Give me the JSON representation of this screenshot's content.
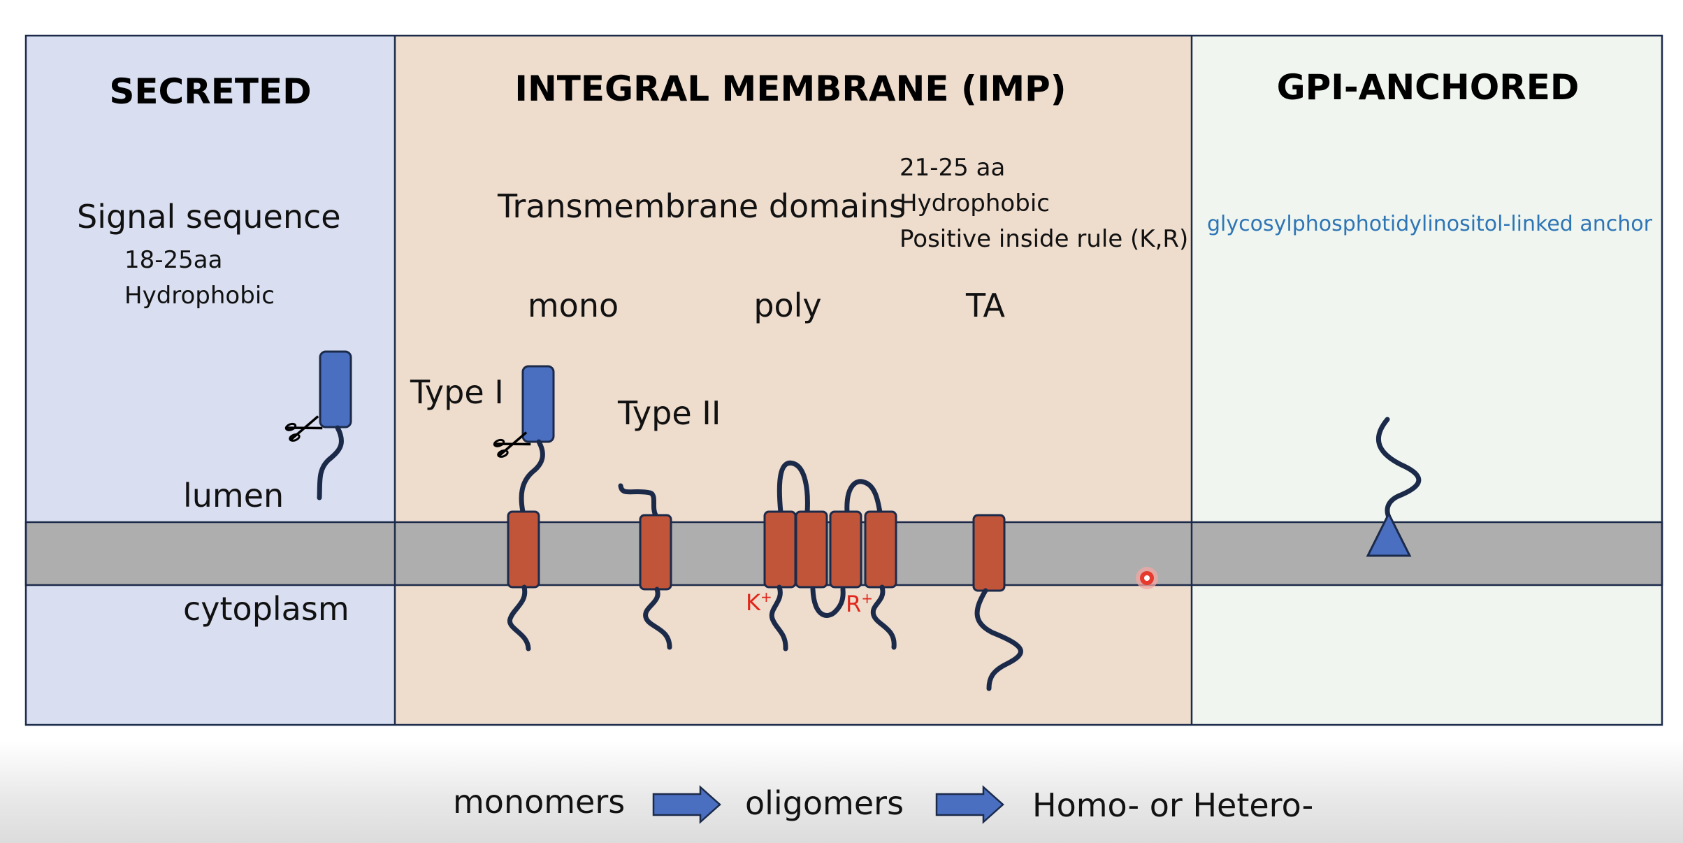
{
  "panels": {
    "secreted": {
      "title": "SECRETED",
      "heading": "Signal sequence",
      "detail_1": "18-25aa",
      "detail_2": "Hydrophobic",
      "lumen_label": "lumen",
      "cytoplasm_label": "cytoplasm"
    },
    "integral": {
      "title": "INTEGRAL MEMBRANE (IMP)",
      "heading": "Transmembrane domains",
      "detail_1": "21-25 aa",
      "detail_2": "Hydrophobic",
      "detail_3": "Positive inside rule (K,R)",
      "col_mono": "mono",
      "col_poly": "poly",
      "col_ta": "TA",
      "type_1": "Type I",
      "type_2": "Type II",
      "charge_k": "K",
      "charge_r": "R",
      "charge_sign": "+"
    },
    "gpi": {
      "title": "GPI-ANCHORED",
      "subtitle": "glycosylphosphotidylinositol-linked anchor"
    }
  },
  "colors": {
    "secreted_bg": "#d9dff1",
    "integral_bg": "#eedccd",
    "gpi_bg": "#f0f6ef",
    "membrane": "#aeaeae",
    "tm_domain": "#c0553a",
    "signal_box": "#4a6fc0",
    "charge_text": "#e0261b",
    "gpi_text": "#2e75b6"
  },
  "icons": [
    "scissors-icon",
    "arrow-right-icon",
    "gpi-triangle-icon",
    "pointer-dot-icon"
  ],
  "bottom": {
    "word_1": "monomers",
    "word_2": "oligomers",
    "word_3": "Homo- or Hetero-"
  }
}
